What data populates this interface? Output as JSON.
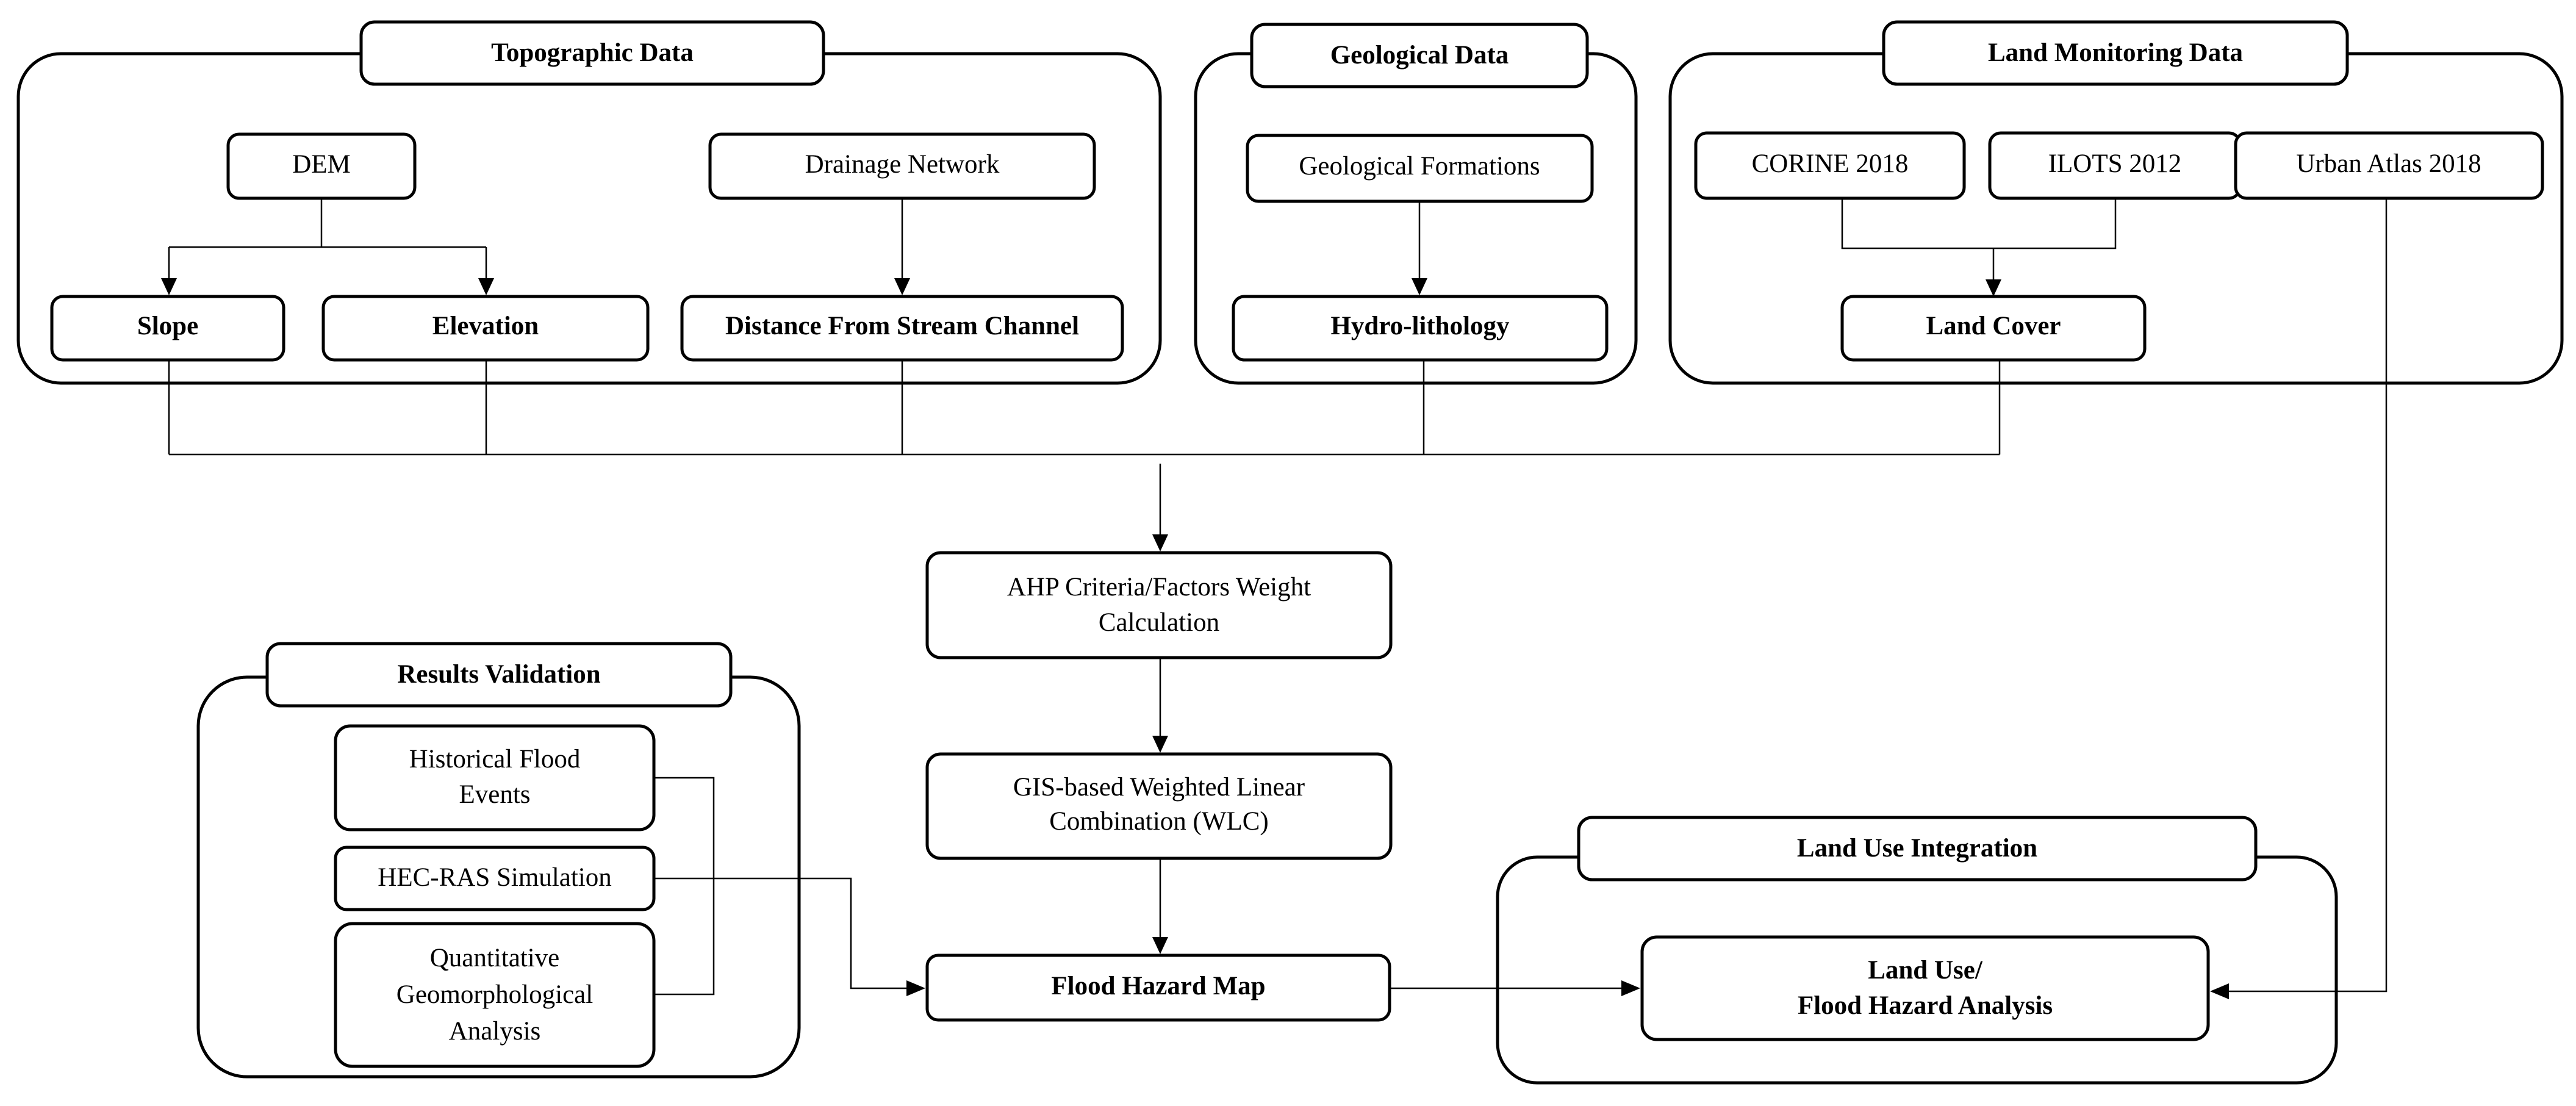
{
  "groups": {
    "topographic": "Topographic Data",
    "geological": "Geological Data",
    "land_monitoring": "Land Monitoring Data",
    "results_validation": "Results Validation",
    "land_use_integration": "Land Use Integration"
  },
  "nodes": {
    "dem": "DEM",
    "drainage_network": "Drainage Network",
    "slope": "Slope",
    "elevation": "Elevation",
    "distance_stream": "Distance From Stream Channel",
    "geological_formations": "Geological Formations",
    "hydro_lithology": "Hydro-lithology",
    "corine": "CORINE 2018",
    "ilots": "ILOTS 2012",
    "urban_atlas": "Urban Atlas 2018",
    "land_cover": "Land Cover",
    "ahp": [
      "AHP Criteria/Factors Weight",
      "Calculation"
    ],
    "wlc": [
      "GIS-based Weighted Linear",
      "Combination (WLC)"
    ],
    "flood_hazard_map": "Flood Hazard Map",
    "historical_flood": [
      "Historical Flood",
      "Events"
    ],
    "hec_ras": "HEC-RAS Simulation",
    "quantitative_geomorph": [
      "Quantitative",
      "Geomorphological",
      "Analysis"
    ],
    "land_use_analysis": [
      "Land Use/",
      "Flood Hazard Analysis"
    ]
  }
}
